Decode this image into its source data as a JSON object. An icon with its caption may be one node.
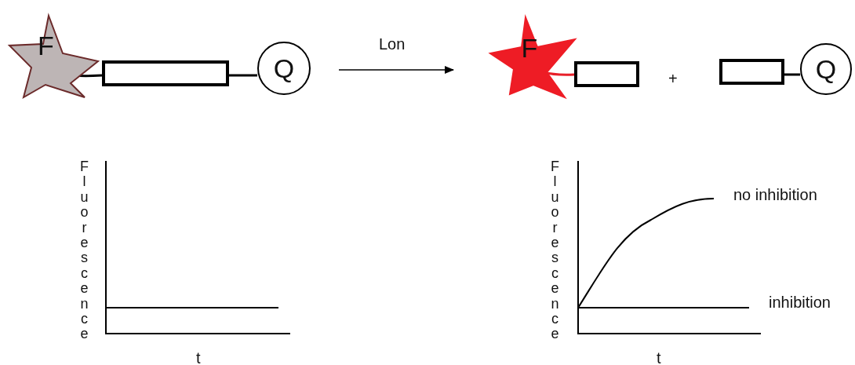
{
  "diagram": {
    "nodes": [
      {
        "text": [
          "F"
        ]
      },
      {
        "text": [],
        "shape": "box"
      },
      {
        "text": [
          "Q"
        ]
      },
      {
        "text": [
          "F"
        ]
      },
      {
        "text": [],
        "shape": "box"
      },
      {
        "text": [],
        "shape": "box"
      },
      {
        "text": [
          "Q"
        ]
      }
    ],
    "edges": [
      {
        "from": 0,
        "to": 1,
        "arrow": "none"
      },
      {
        "from": 1,
        "to": 2,
        "arrow": "none"
      },
      {
        "from": 2,
        "to": 3,
        "arrow": "to",
        "label": "Lon"
      },
      {
        "from": 3,
        "to": 4,
        "arrow": "none",
        "color": "#e8202a"
      },
      {
        "from": 5,
        "to": 6,
        "arrow": "none"
      }
    ],
    "labels": [
      "+",
      "Fluorescence",
      "t",
      "Fluorescence",
      "t",
      "no inhibition",
      "inhibition"
    ]
  }
}
